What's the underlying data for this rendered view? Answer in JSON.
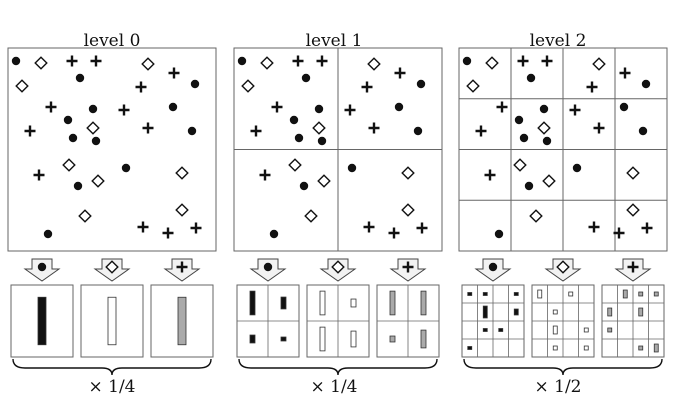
{
  "panels": [
    {
      "title": "level 0",
      "grid": 1,
      "factor": "× 1/4"
    },
    {
      "title": "level 1",
      "grid": 2,
      "factor": "× 1/4"
    },
    {
      "title": "level 2",
      "grid": 4,
      "factor": "× 1/2"
    }
  ],
  "feature_types": [
    "dot",
    "diamond",
    "plus"
  ],
  "colors": {
    "line": "#666666",
    "dot": "#111111",
    "gray_bar": "#aaaaaa",
    "arrow_fill": "#f2f2f2"
  }
}
